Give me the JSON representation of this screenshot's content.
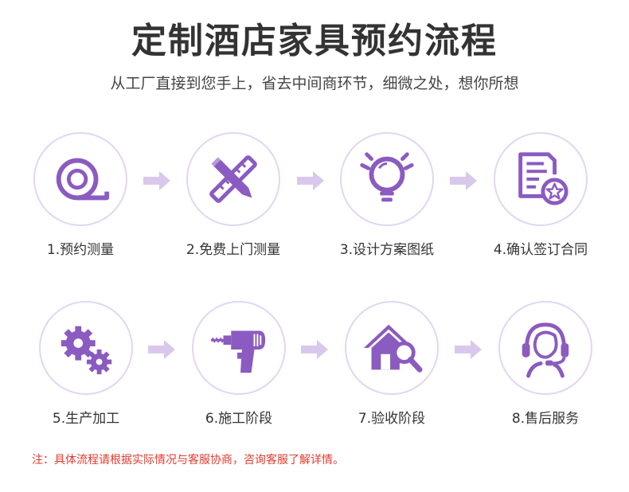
{
  "header": {
    "title": "定制酒店家具预约流程",
    "subtitle": "从工厂直接到您手上，省去中间商环节，细微之处，想你所想"
  },
  "steps": [
    {
      "label": "1.预约测量",
      "icon": "measuring-tape-icon"
    },
    {
      "label": "2.免费上门测量",
      "icon": "ruler-pencil-icon"
    },
    {
      "label": "3.设计方案图纸",
      "icon": "lightbulb-icon"
    },
    {
      "label": "4.确认签订合同",
      "icon": "contract-document-icon"
    },
    {
      "label": "5.生产加工",
      "icon": "gears-icon"
    },
    {
      "label": "6.施工阶段",
      "icon": "drill-icon"
    },
    {
      "label": "7.验收阶段",
      "icon": "house-magnifier-icon"
    },
    {
      "label": "8.售后服务",
      "icon": "headset-service-icon"
    }
  ],
  "note": "注：具体流程请根据实际情况与客服协商，咨询客服了解详情。",
  "colors": {
    "accent": "#8a5bc0",
    "circle_border": "#e2d6f0",
    "arrow": "#d9c8ec",
    "note": "#e23a2e"
  }
}
